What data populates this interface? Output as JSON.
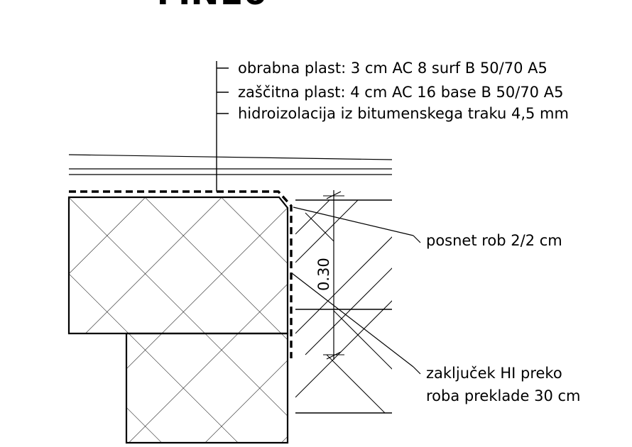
{
  "title_partial": "MN16",
  "layers": [
    "obrabna plast: 3 cm AC 8 surf B 50/70 A5",
    "zaščitna plast: 4 cm AC 16 base B 50/70 A5",
    "hidroizolacija iz bitumenskega traku 4,5 mm"
  ],
  "annotations": {
    "chamfer": "posnet rob 2/2 cm",
    "termination_line1": "zaključek HI preko",
    "termination_line2": "roba preklade 30 cm"
  },
  "dimension": "0.30",
  "colors": {
    "line": "#000000",
    "background": "#ffffff"
  }
}
